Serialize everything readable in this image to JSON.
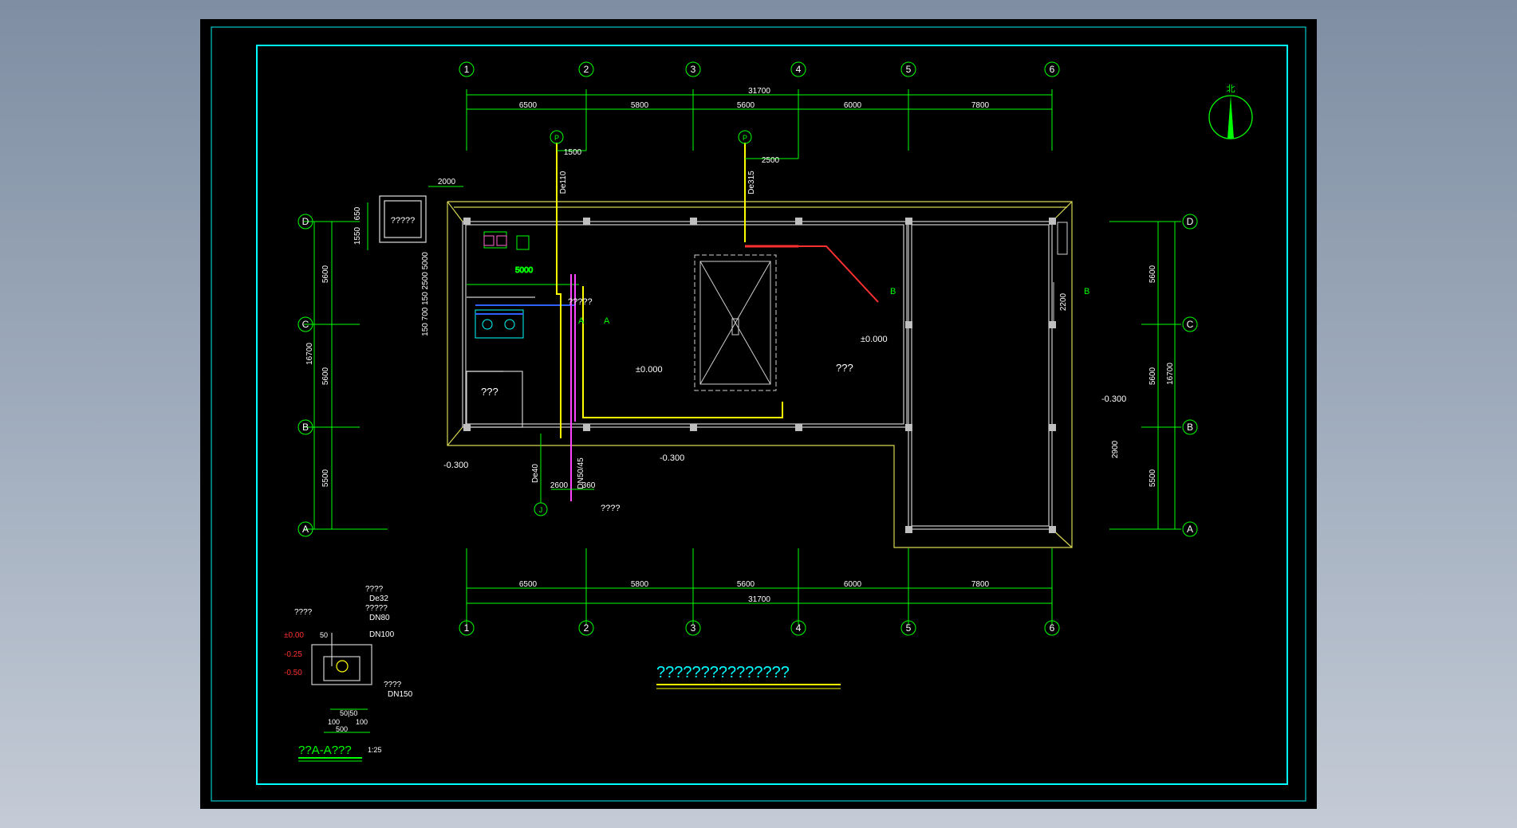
{
  "drawing": {
    "grid_columns": [
      "1",
      "2",
      "3",
      "4",
      "5",
      "6"
    ],
    "grid_rows": [
      "D",
      "C",
      "B",
      "A"
    ],
    "col_spacings": [
      "6500",
      "5800",
      "5600",
      "6000",
      "7800"
    ],
    "total_width": "31700",
    "left_row_spacings": [
      "5600",
      "5600",
      "5500"
    ],
    "left_total": "16700",
    "right_row_spacings": [
      "5600",
      "5600",
      "5500"
    ],
    "right_total": "16700",
    "north_label": "北",
    "labels": {
      "dim_1500": "1500",
      "dim_2500": "2500",
      "dim_2000": "2000",
      "dim_650": "650",
      "dim_1550": "1550",
      "dim_5000": "5000",
      "dim_side": "150 700 150 2500 5000",
      "dim_2200": "2200",
      "dim_2900": "2900",
      "dim_2600": "2600",
      "dim_360": "360",
      "pipe_p1": "De110",
      "pipe_p2": "De315",
      "pipe_de40": "De40",
      "pipe_dn": "DN50/45",
      "mark_p1": "P",
      "mark_p2": "P",
      "mark_j": "J",
      "box_label": "?????",
      "room_a": "???",
      "room_b": "???",
      "room_c": "?????",
      "room_d": "????",
      "elev_0_a": "±0.000",
      "elev_0_b": "±0.000",
      "elev_n03_a": "-0.300",
      "elev_n03_b": "-0.300",
      "elev_n03_c": "-0.300",
      "sec_a1": "A",
      "sec_a2": "A",
      "sec_b1": "B",
      "sec_b2": "B"
    },
    "detail": {
      "labels": [
        "????",
        "????",
        "De32",
        "?????",
        "DN80",
        "DN100",
        "????",
        "DN150"
      ],
      "elev_labels": [
        "±0.00",
        "-0.25",
        "-0.50"
      ],
      "dims": [
        "50",
        "100",
        "50|50",
        "100",
        "500"
      ],
      "title": "??A-A???",
      "scale": "1:25"
    },
    "plan_title": "???????????????"
  }
}
